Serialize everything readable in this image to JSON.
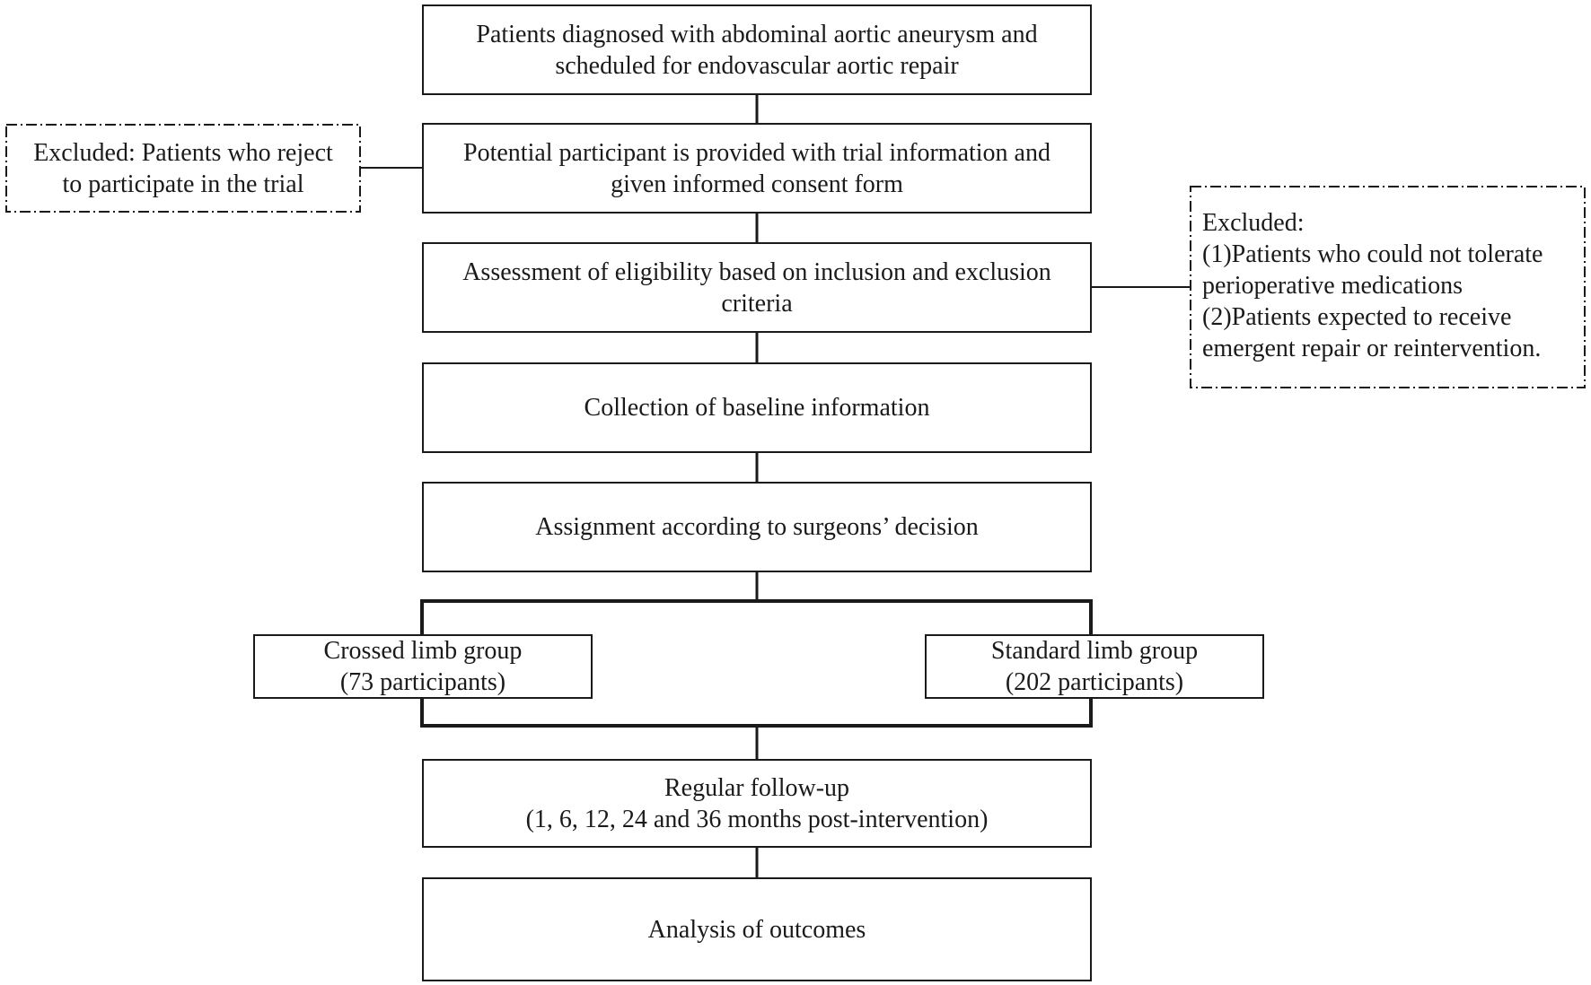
{
  "flow": {
    "screening": [
      "Patients diagnosed with abdominal aortic aneurysm  and",
      "scheduled for endovascular aortic repair"
    ],
    "consent": [
      "Potential participant is provided with trial information and",
      "given informed consent form"
    ],
    "eligibility": [
      "Assessment of eligibility based on inclusion and exclusion",
      "criteria"
    ],
    "baseline": [
      "Collection of baseline information"
    ],
    "assignment": [
      "Assignment according to surgeons’ decision"
    ],
    "crossed_group": [
      "Crossed limb group",
      "(73 participants)"
    ],
    "standard_group": [
      "Standard limb group",
      "(202 participants)"
    ],
    "followup": [
      "Regular follow-up",
      "(1, 6, 12, 24 and 36 months post-intervention)"
    ],
    "analysis": [
      "Analysis of outcomes"
    ]
  },
  "exclusions": {
    "consent_refusal": [
      "Excluded: Patients who reject",
      "to participate in the trial"
    ],
    "eligibility": [
      "Excluded:",
      "(1)Patients who could not tolerate",
      "perioperative medications",
      "(2)Patients expected to receive",
      "emergent repair or reintervention."
    ]
  },
  "colors": {
    "line": "#1a1a1a",
    "background": "#ffffff"
  }
}
